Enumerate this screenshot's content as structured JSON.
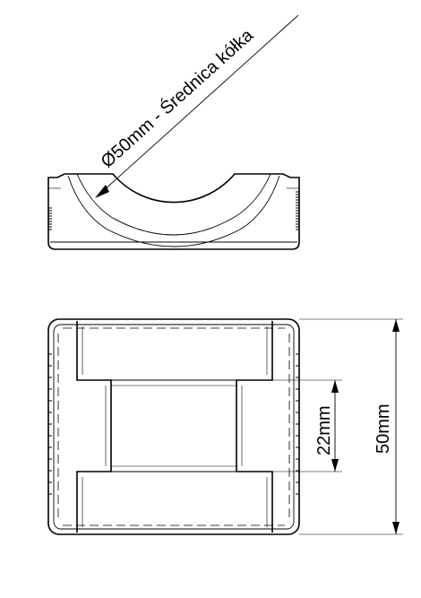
{
  "annotations": {
    "wheel_diameter": "Ø50mm - Średnica kółka",
    "inner_width": "22mm",
    "outer_width": "50mm"
  }
}
